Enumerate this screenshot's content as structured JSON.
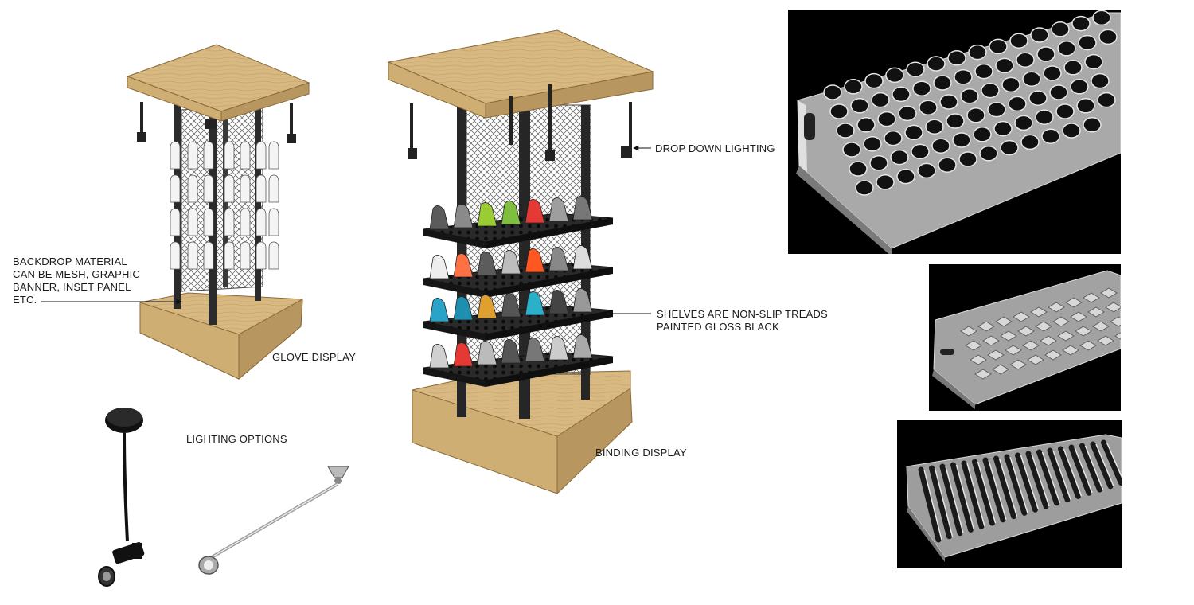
{
  "labels": {
    "backdrop": [
      "BACKDROP MATERIAL",
      "CAN BE MESH, GRAPHIC",
      "BANNER, INSET PANEL",
      "ETC."
    ],
    "glove_display": "GLOVE DISPLAY",
    "drop_down_lighting": "DROP DOWN LIGHTING",
    "shelves": [
      "SHELVES ARE NON-SLIP TREADS",
      "PAINTED GLOSS BLACK"
    ],
    "binding_display": "BINDING DISPLAY",
    "lighting_options": "LIGHTING OPTIONS"
  },
  "colors": {
    "plywood": "#d9b982",
    "plywood_dark": "#b89660",
    "post": "#2b2b2b",
    "shelf": "#1e1e1e",
    "tread_metal": "#c9c9c9",
    "panel_bg": "#000000"
  },
  "panels": {
    "perforated": {
      "hole_rows": 6,
      "hole_cols": 14
    },
    "diamond": {
      "rows": 4,
      "cols": 9
    },
    "slotted": {
      "slots": 18
    }
  }
}
